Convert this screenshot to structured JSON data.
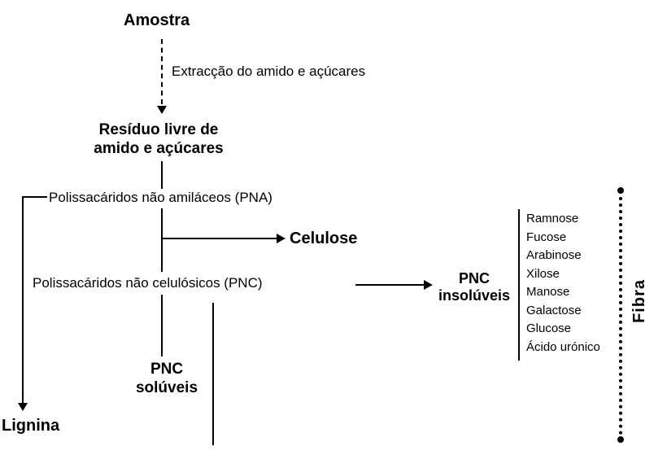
{
  "diagram": {
    "amostra": "Amostra",
    "extraction_label": "Extracção do amido e açúcares",
    "residue": {
      "line1": "Resíduo livre de",
      "line2": "amido e açúcares"
    },
    "pna": "Polissacáridos não amiláceos (PNA)",
    "celulose": "Celulose",
    "pnc": "Polissacáridos não celulósicos (PNC)",
    "pnc_insoluveis": {
      "line1": "PNC",
      "line2": "insolúveis"
    },
    "pnc_soluveis": {
      "line1": "PNC",
      "line2": "solúveis"
    },
    "lignina": "Lignina",
    "fibra": "Fibra",
    "sugars": [
      "Ramnose",
      "Fucose",
      "Arabinose",
      "Xilose",
      "Manose",
      "Galactose",
      "Glucose",
      "Ácido urónico"
    ],
    "colors": {
      "line": "#000000",
      "text": "#000000",
      "background": "#ffffff"
    }
  }
}
